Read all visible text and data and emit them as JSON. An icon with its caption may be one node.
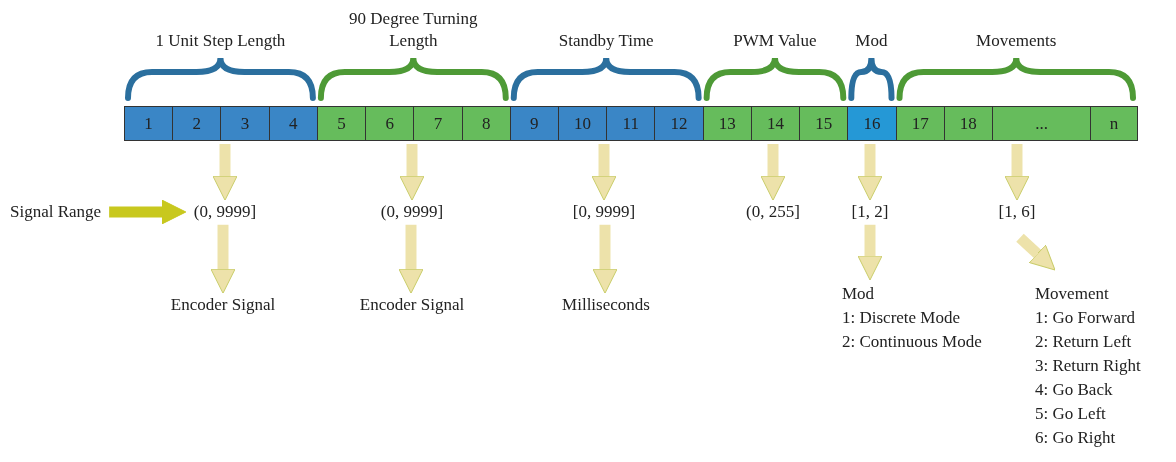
{
  "diagram": {
    "nodes": [
      {
        "text": [
          "1"
        ]
      },
      {
        "text": [
          "2"
        ]
      },
      {
        "text": [
          "3"
        ]
      },
      {
        "text": [
          "4"
        ]
      },
      {
        "text": [
          "5"
        ]
      },
      {
        "text": [
          "6"
        ]
      },
      {
        "text": [
          "7"
        ]
      },
      {
        "text": [
          "8"
        ]
      },
      {
        "text": [
          "9"
        ]
      },
      {
        "text": [
          "10"
        ]
      },
      {
        "text": [
          "11"
        ]
      },
      {
        "text": [
          "12"
        ]
      },
      {
        "text": [
          "13"
        ]
      },
      {
        "text": [
          "14"
        ]
      },
      {
        "text": [
          "15"
        ]
      },
      {
        "text": [
          "16"
        ]
      },
      {
        "text": [
          "17"
        ]
      },
      {
        "text": [
          "18"
        ]
      },
      {
        "text": [
          "..."
        ]
      },
      {
        "text": [
          "n"
        ]
      },
      {
        "text": [
          "Signal Range"
        ]
      },
      {
        "text": [
          "(0, 9999]"
        ]
      },
      {
        "text": [
          "(0, 9999]"
        ]
      },
      {
        "text": [
          "[0, 9999]"
        ]
      },
      {
        "text": [
          "(0, 255]"
        ]
      },
      {
        "text": [
          "[1, 2]"
        ]
      },
      {
        "text": [
          "[1, 6]"
        ]
      },
      {
        "text": [
          "Encoder Signal"
        ]
      },
      {
        "text": [
          "Encoder Signal"
        ]
      },
      {
        "text": [
          "Milliseconds"
        ]
      },
      {
        "text": [
          "Mod",
          "1: Discrete Mode",
          "2: Continuous Mode"
        ]
      },
      {
        "text": [
          "Movement",
          "1: Go Forward",
          "2: Return Left",
          "3: Return Right",
          "4: Go Back",
          "5: Go Left",
          "6: Go Right"
        ]
      }
    ],
    "edges": [
      {
        "from": 2,
        "to": 21,
        "arrow": "to"
      },
      {
        "from": 6,
        "to": 22,
        "arrow": "to"
      },
      {
        "from": 10,
        "to": 23,
        "arrow": "to"
      },
      {
        "from": 13,
        "to": 24,
        "arrow": "to"
      },
      {
        "from": 15,
        "to": 25,
        "arrow": "to"
      },
      {
        "from": 18,
        "to": 26,
        "arrow": "to"
      },
      {
        "from": 20,
        "to": 21,
        "arrow": "to",
        "color": "#c8c81e"
      },
      {
        "from": 21,
        "to": 27,
        "arrow": "to"
      },
      {
        "from": 22,
        "to": 28,
        "arrow": "to"
      },
      {
        "from": 23,
        "to": 29,
        "arrow": "to"
      },
      {
        "from": 25,
        "to": 30,
        "arrow": "to"
      },
      {
        "from": 26,
        "to": 31,
        "arrow": "to"
      }
    ],
    "labels": [
      "1 Unit Step Length",
      "90 Degree Turning Length",
      "Standby Time",
      "PWM Value",
      "Mod",
      "Movements"
    ]
  }
}
